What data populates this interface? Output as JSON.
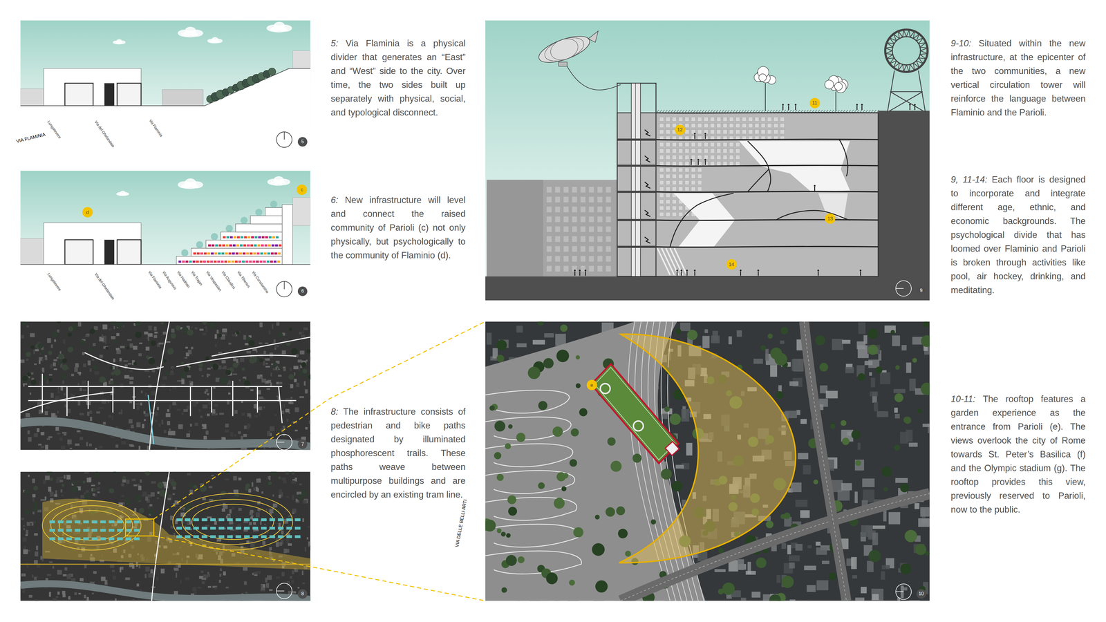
{
  "diagram": {
    "nodes": [
      {
        "text": [
          "5"
        ]
      },
      {
        "text": [
          "d"
        ]
      },
      {
        "text": [
          "c"
        ]
      },
      {
        "text": [
          "6"
        ]
      },
      {
        "text": [
          "7"
        ]
      },
      {
        "text": [
          "8"
        ]
      },
      {
        "text": [
          "11"
        ]
      },
      {
        "text": [
          "12"
        ]
      },
      {
        "text": [
          "13"
        ]
      },
      {
        "text": [
          "14"
        ]
      },
      {
        "text": [
          "9"
        ]
      },
      {
        "text": [
          "e"
        ]
      },
      {
        "text": [
          "10"
        ]
      }
    ],
    "labels": [
      "5: Via Flaminia is a physical divider that generates an “East” and “West” side to the city. Over time, the two sides built up separately with physical, social, and typological disconnect.",
      "6: New infrastructure will level and connect the raised community of Parioli (c) not only physically, but psychologically to the community of Flaminio (d).",
      "8: The infrastructure consists of pedestrian and bike paths designated by illuminated phosphorescent trails. These paths weave between multipurpose buildings and are encircled by an existing tram line.",
      "9-10: Situated within the new infrastructure, at the epicenter of the two communities, a new vertical circulation tower will reinforce the language between Flaminio and the Parioli.",
      "9, 11-14: Each floor is designed to incorporate and integrate different age, ethnic, and economic backgrounds. The psychological divide that has loomed over Flaminio and Parioli is broken through activities like pool, air hockey, drinking, and meditating.",
      "10-11: The rooftop features a garden experience as the entrance from Parioli (e). The views overlook the city of Rome towards St. Peter’s Basilica (f) and the Olympic stadium (g). The rooftop provides this view, previously reserved to Parioli, now to the public.",
      "Lungotevere",
      "Via del Ghirlandaio",
      "Via Flaminia",
      "Lungotevere",
      "Via del Ghirlandaio",
      "Via Flaminia",
      "Via Augustus",
      "Via Hadrian",
      "Via Trajan",
      "Via Vespasian",
      "Via Claudius",
      "Via Tiberius",
      "Via Constantine",
      "VIA DELLE BELLI ARTI",
      "VIA FLAMINIA"
    ]
  }
}
